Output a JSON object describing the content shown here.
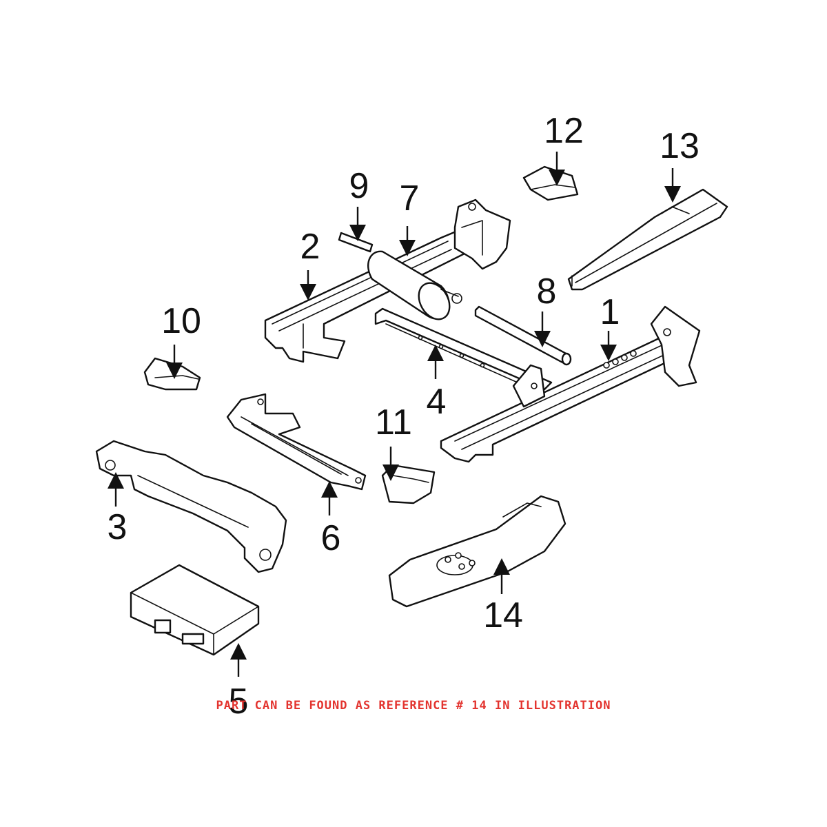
{
  "callouts": [
    {
      "id": "1",
      "label": "1"
    },
    {
      "id": "2",
      "label": "2"
    },
    {
      "id": "3",
      "label": "3"
    },
    {
      "id": "4",
      "label": "4"
    },
    {
      "id": "5",
      "label": "5"
    },
    {
      "id": "6",
      "label": "6"
    },
    {
      "id": "7",
      "label": "7"
    },
    {
      "id": "8",
      "label": "8"
    },
    {
      "id": "9",
      "label": "9"
    },
    {
      "id": "10",
      "label": "10"
    },
    {
      "id": "11",
      "label": "11"
    },
    {
      "id": "12",
      "label": "12"
    },
    {
      "id": "13",
      "label": "13"
    },
    {
      "id": "14",
      "label": "14"
    }
  ],
  "note": "PART CAN BE FOUND AS REFERENCE # 14 IN ILLUSTRATION",
  "colors": {
    "note": "#e3342f",
    "line": "#111111",
    "background": "#ffffff"
  }
}
